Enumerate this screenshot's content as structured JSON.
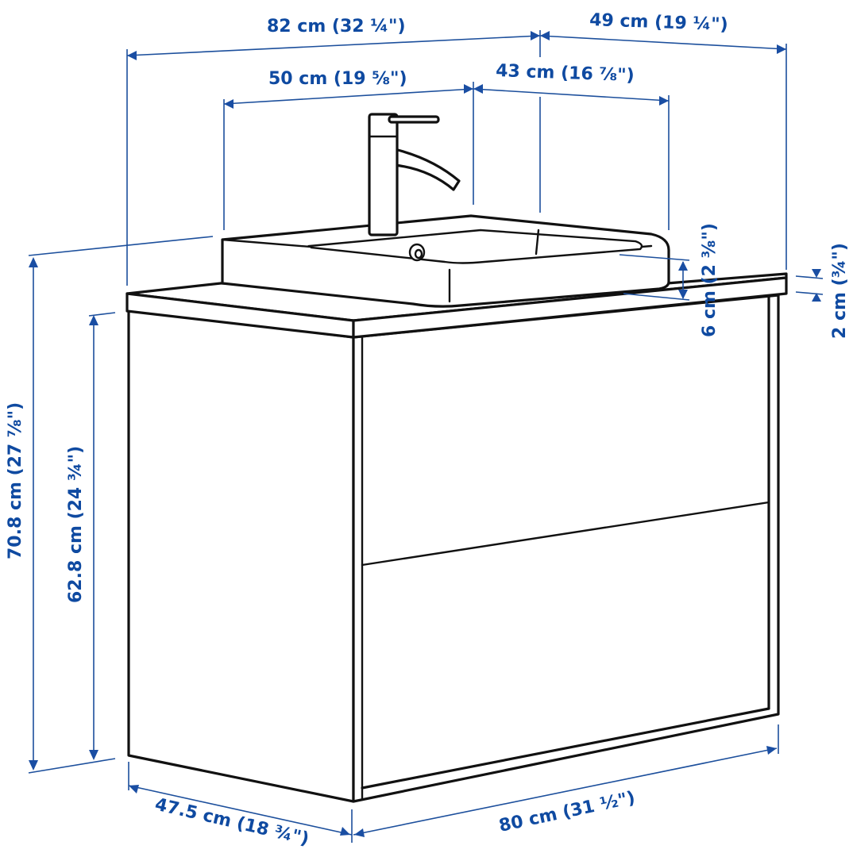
{
  "diagram": {
    "subject": "Bathroom vanity cabinet with two drawers, countertop, washbasin and faucet",
    "colors": {
      "dimension_blue": "#0f4aa1",
      "line_art": "#111111",
      "background": "#ffffff"
    },
    "dimensions": {
      "overall_width": "82 cm (32 ¼\")",
      "overall_depth": "49 cm (19 ¼\")",
      "basin_width": "50 cm (19 ⅝\")",
      "basin_depth": "43 cm (16 ⅞\")",
      "basin_height": "6 cm (2 ⅜\")",
      "countertop_thickness": "2 cm (¾\")",
      "total_height": "70.8 cm (27 ⅞\")",
      "cabinet_height": "62.8 cm (24 ¾\")",
      "cabinet_depth": "47.5 cm (18 ¾\")",
      "cabinet_width": "80 cm (31 ½\")"
    },
    "parts": [
      "faucet",
      "washbasin",
      "drain",
      "countertop",
      "cabinet",
      "upper-drawer",
      "lower-drawer"
    ]
  }
}
